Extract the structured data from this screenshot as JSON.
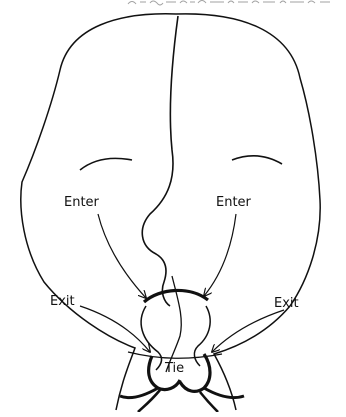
{
  "labels": {
    "enter_left": "Enter",
    "enter_right": "Enter",
    "exit_left": "Exit",
    "exit_right": "Exit",
    "tie": "Tie"
  },
  "colors": {
    "ink": "#111111",
    "background": "#ffffff"
  }
}
